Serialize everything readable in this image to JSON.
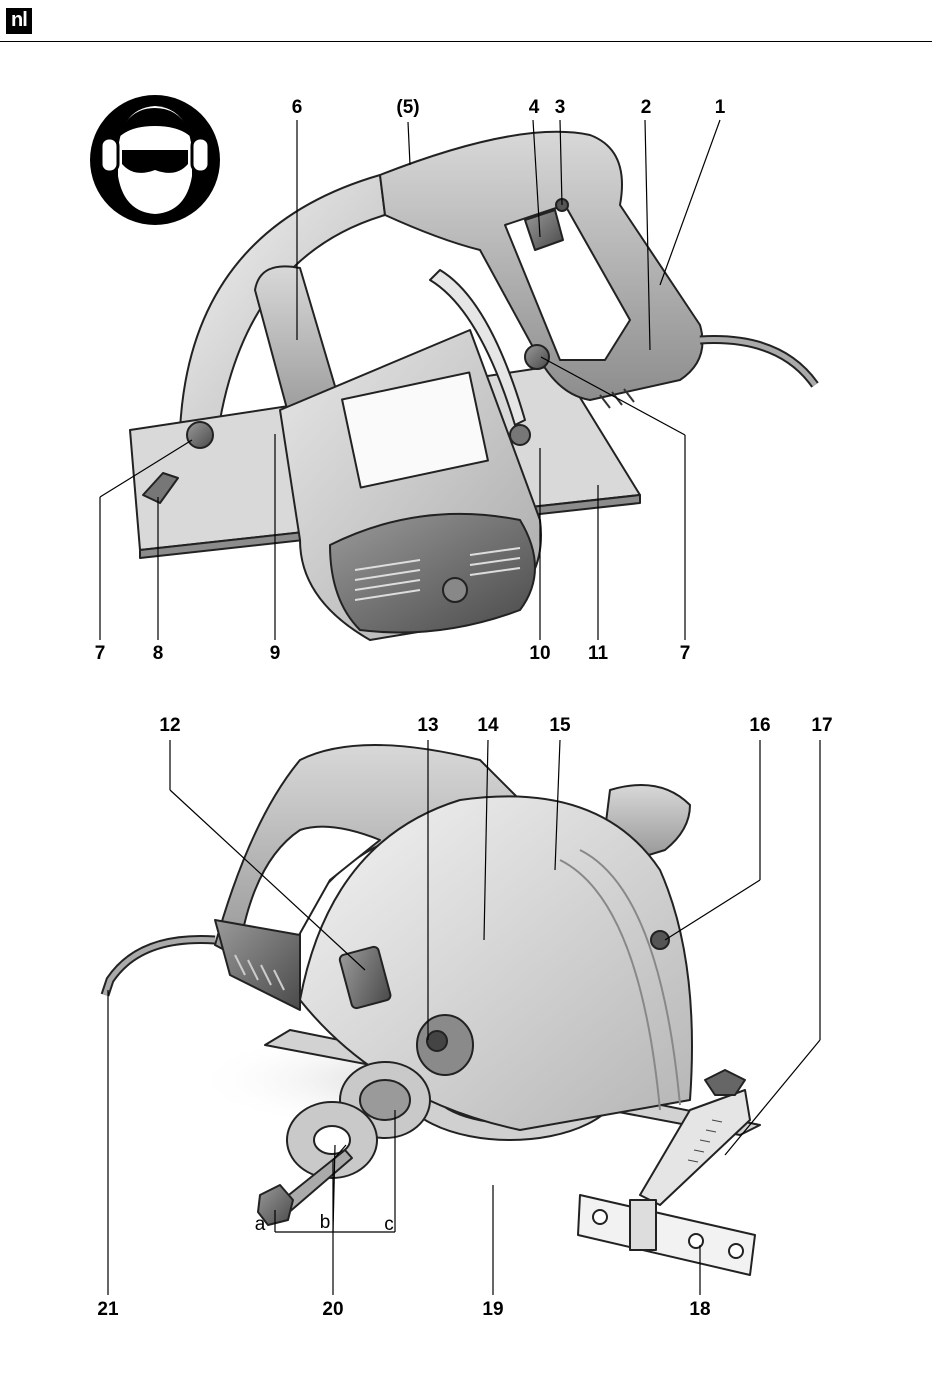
{
  "header": {
    "language_code": "nl"
  },
  "figure_top": {
    "callouts": [
      "1",
      "2",
      "3",
      "4",
      "(5)",
      "6",
      "7",
      "8",
      "9",
      "10",
      "11",
      "7"
    ]
  },
  "figure_bottom": {
    "callouts": [
      "12",
      "13",
      "14",
      "15",
      "16",
      "17",
      "18",
      "19",
      "20",
      "21"
    ],
    "parts_labels": [
      "a",
      "b",
      "c"
    ]
  }
}
